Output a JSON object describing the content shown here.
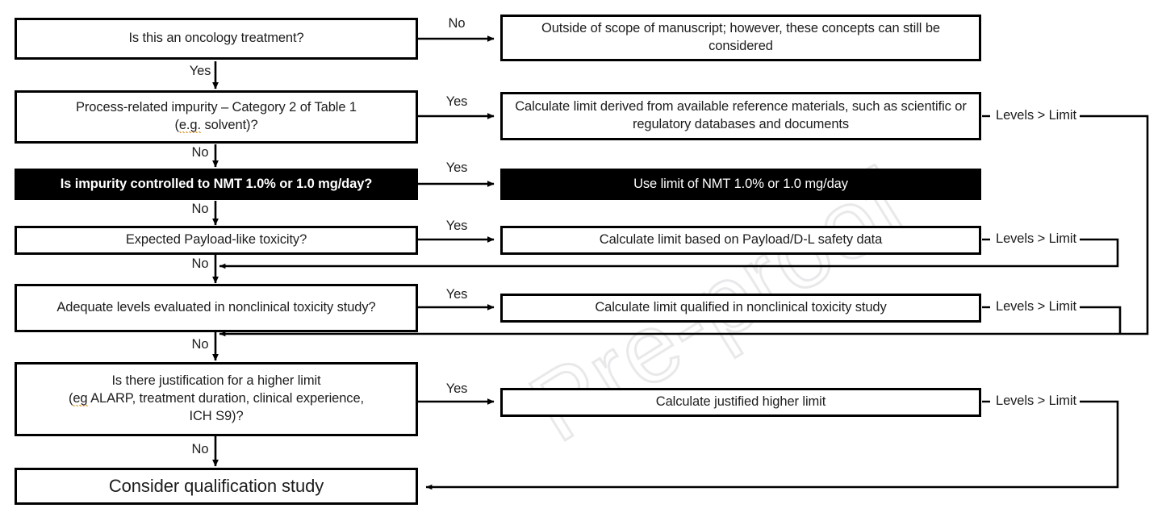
{
  "figure": {
    "type": "decision-flowchart",
    "title": "Impurity limit decision tree",
    "watermark": "Pre-proof",
    "colors": {
      "stroke": "#000000",
      "text": "#1d1d1d",
      "box_fill": "#ffffff",
      "inverted_fill": "#000000",
      "inverted_text": "#ffffff",
      "watermark": "#e9e9ec",
      "spellcheck_underline": "#d98a16"
    }
  },
  "nodes": {
    "q1": {
      "label": "Is this an oncology treatment?"
    },
    "out1": {
      "label": "Outside of scope of manuscript; however, these concepts can still be considered"
    },
    "q2_line1": {
      "label": "Process-related impurity – Category 2 of Table 1"
    },
    "q2_line2_pre": {
      "label": "("
    },
    "q2_line2_spell": {
      "label": "e.g."
    },
    "q2_line2_post": {
      "label": " solvent)?"
    },
    "out2": {
      "label": "Calculate limit derived from available reference materials, such as scientific or regulatory databases and documents"
    },
    "q3": {
      "label": "Is impurity controlled to NMT 1.0% or 1.0 mg/day?"
    },
    "out3": {
      "label": "Use limit of NMT 1.0% or 1.0 mg/day"
    },
    "q4": {
      "label": "Expected Payload-like toxicity?"
    },
    "out4": {
      "label": "Calculate limit based on Payload/D-L  safety data"
    },
    "q5": {
      "label": "Adequate levels evaluated in nonclinical  toxicity study?"
    },
    "out5": {
      "label": "Calculate  limit qualified in nonclinical toxicity study"
    },
    "q6_line1": {
      "label": "Is there justification for a higher limit"
    },
    "q6_line2_pre": {
      "label": "("
    },
    "q6_line2_spell": {
      "label": "eg"
    },
    "q6_line2_post": {
      "label": " ALARP, treatment duration, clinical experience,"
    },
    "q6_line3": {
      "label": "ICH S9)?"
    },
    "out6": {
      "label": "Calculate justified higher limit"
    },
    "final": {
      "label": "Consider qualification study"
    }
  },
  "edge_labels": {
    "no1": "No",
    "yes1": "Yes",
    "yes2": "Yes",
    "no2": "No",
    "yes3": "Yes",
    "no3": "No",
    "yes4": "Yes",
    "no4": "No",
    "yes5": "Yes",
    "no5": "No",
    "yes6": "Yes",
    "no6": "No",
    "levels1": "Levels > Limit",
    "levels2": "Levels > Limit",
    "levels3": "Levels > Limit",
    "levels4": "Levels > Limit"
  }
}
